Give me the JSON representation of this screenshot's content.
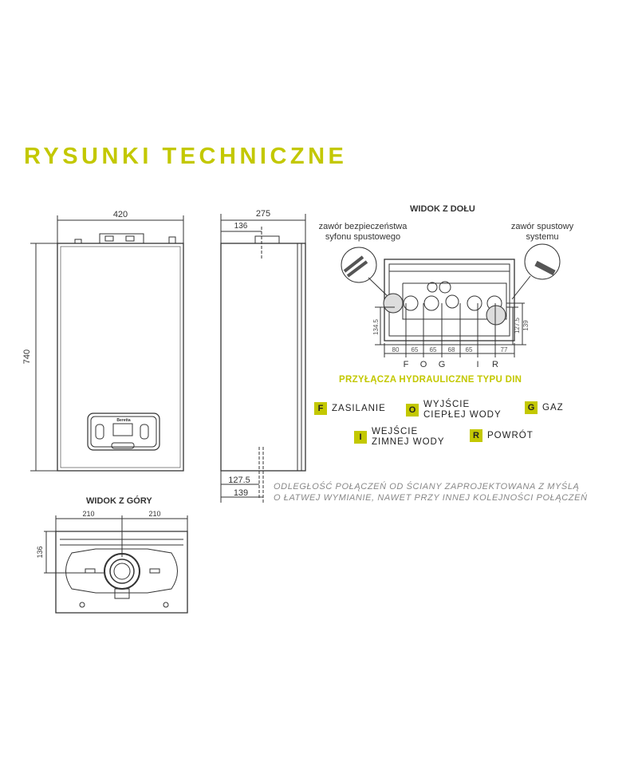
{
  "title": "RYSUNKI TECHNICZNE",
  "front_view": {
    "width_dim": "420",
    "height_dim": "740",
    "brand_logo": "Beretta"
  },
  "side_view": {
    "depth_dim": "275",
    "top_offset_dim": "136",
    "bottom_dim_1": "127.5",
    "bottom_dim_2": "139"
  },
  "bottom_view": {
    "heading": "WIDOK Z DOŁU",
    "callout_left": [
      "zawór bezpieczeństwa",
      "syfonu spustowego"
    ],
    "callout_right": [
      "zawór spustowy",
      "systemu"
    ],
    "left_height_dim": "134.5",
    "right_height_dims": [
      "127.5",
      "139"
    ],
    "spacing_dims": [
      "80",
      "65",
      "65",
      "68",
      "65",
      "77"
    ],
    "connection_letters": [
      "F",
      "O",
      "G",
      "I",
      "R"
    ]
  },
  "connections": {
    "title": "PRZYŁĄCZA HYDRAULICZNE TYPU DIN",
    "items": [
      {
        "code": "F",
        "label": [
          "ZASILANIE"
        ]
      },
      {
        "code": "O",
        "label": [
          "WYJŚCIE",
          "CIEPŁEJ WODY"
        ]
      },
      {
        "code": "G",
        "label": [
          "GAZ"
        ]
      },
      {
        "code": "I",
        "label": [
          "WEJŚCIE",
          "ZIMNEJ WODY"
        ]
      },
      {
        "code": "R",
        "label": [
          "POWRÓT"
        ]
      }
    ]
  },
  "footnote": [
    "ODLEGŁOŚĆ POŁĄCZEŃ OD ŚCIANY ZAPROJEKTOWANA Z MYŚLĄ",
    "O ŁATWEJ WYMIANIE, NAWET PRZY INNEJ KOLEJNOŚCI POŁĄCZEŃ"
  ],
  "top_view": {
    "heading": "WIDOK Z GÓRY",
    "width_dims": [
      "210",
      "210"
    ],
    "depth_dim": "136"
  },
  "colors": {
    "accent": "#c3c800",
    "line": "#333333",
    "note": "#888888"
  }
}
